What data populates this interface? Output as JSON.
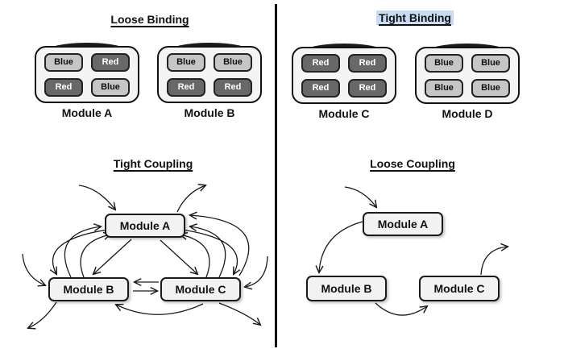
{
  "colors": {
    "page_bg": "#ffffff",
    "text": "#111111",
    "divider": "#111111",
    "arrow": "#1a1a1a",
    "container_fill": "#f4f4f4",
    "container_border": "#111111",
    "container_shadow": "#1c1c1c",
    "cell_blue_fill": "#c6c6c6",
    "cell_red_fill": "#686868",
    "cell_red_text": "#ffffff",
    "node_fill": "#f2f2f2",
    "highlight": "#c8dbf2"
  },
  "binding": {
    "left": {
      "title": "Loose Binding",
      "modules": [
        {
          "label": "Module A",
          "cells": [
            {
              "label": "Blue",
              "type": "blue"
            },
            {
              "label": "Red",
              "type": "red"
            },
            {
              "label": "Red",
              "type": "red"
            },
            {
              "label": "Blue",
              "type": "blue"
            }
          ]
        },
        {
          "label": "Module B",
          "cells": [
            {
              "label": "Blue",
              "type": "blue"
            },
            {
              "label": "Blue",
              "type": "blue"
            },
            {
              "label": "Red",
              "type": "red"
            },
            {
              "label": "Red",
              "type": "red"
            }
          ]
        }
      ]
    },
    "right": {
      "title": "Tight Binding",
      "highlighted": true,
      "modules": [
        {
          "label": "Module C",
          "cells": [
            {
              "label": "Red",
              "type": "red"
            },
            {
              "label": "Red",
              "type": "red"
            },
            {
              "label": "Red",
              "type": "red"
            },
            {
              "label": "Red",
              "type": "red"
            }
          ]
        },
        {
          "label": "Module D",
          "cells": [
            {
              "label": "Blue",
              "type": "blue"
            },
            {
              "label": "Blue",
              "type": "blue"
            },
            {
              "label": "Blue",
              "type": "blue"
            },
            {
              "label": "Blue",
              "type": "blue"
            }
          ]
        }
      ]
    }
  },
  "coupling": {
    "left": {
      "title": "Tight Coupling",
      "nodes": {
        "a": "Module A",
        "b": "Module B",
        "c": "Module C"
      }
    },
    "right": {
      "title": "Loose Coupling",
      "nodes": {
        "a": "Module A",
        "b": "Module B",
        "c": "Module C"
      }
    }
  }
}
